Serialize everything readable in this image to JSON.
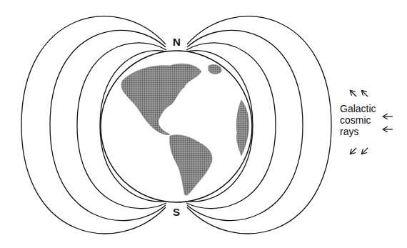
{
  "diagram": {
    "labels": [
      "N",
      "S",
      "Galactic cosmic rays"
    ]
  }
}
